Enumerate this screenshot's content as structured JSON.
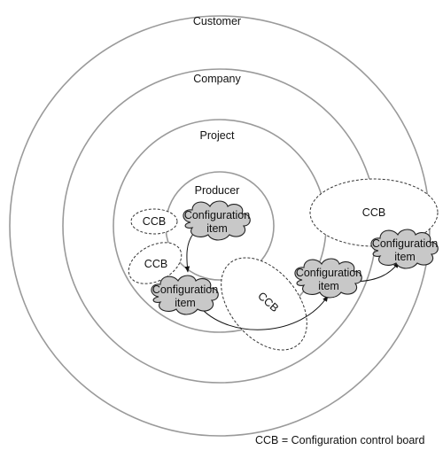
{
  "rings": {
    "customer": "Customer",
    "company": "Company",
    "project": "Project",
    "producer": "Producer"
  },
  "ccb_label": "CCB",
  "configuration_item": {
    "line1": "Configuration",
    "line2": "item"
  },
  "footnote": "CCB = Configuration control board"
}
